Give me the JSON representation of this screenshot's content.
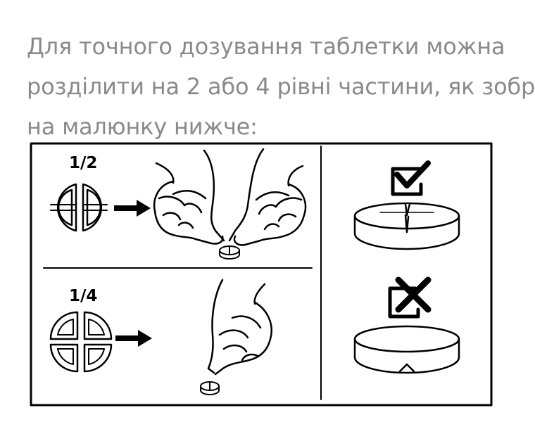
{
  "article": {
    "paragraph_lines": [
      "Для точного дозування таблетки можна",
      "розділити на 2 або 4 рівні частини, як зобр",
      "на малюнку нижче:"
    ]
  },
  "illustration": {
    "half_label": "1/2",
    "quarter_label": "1/4"
  },
  "colors": {
    "text": "#8a8a8a",
    "ink": "#000000",
    "background": "#ffffff"
  }
}
